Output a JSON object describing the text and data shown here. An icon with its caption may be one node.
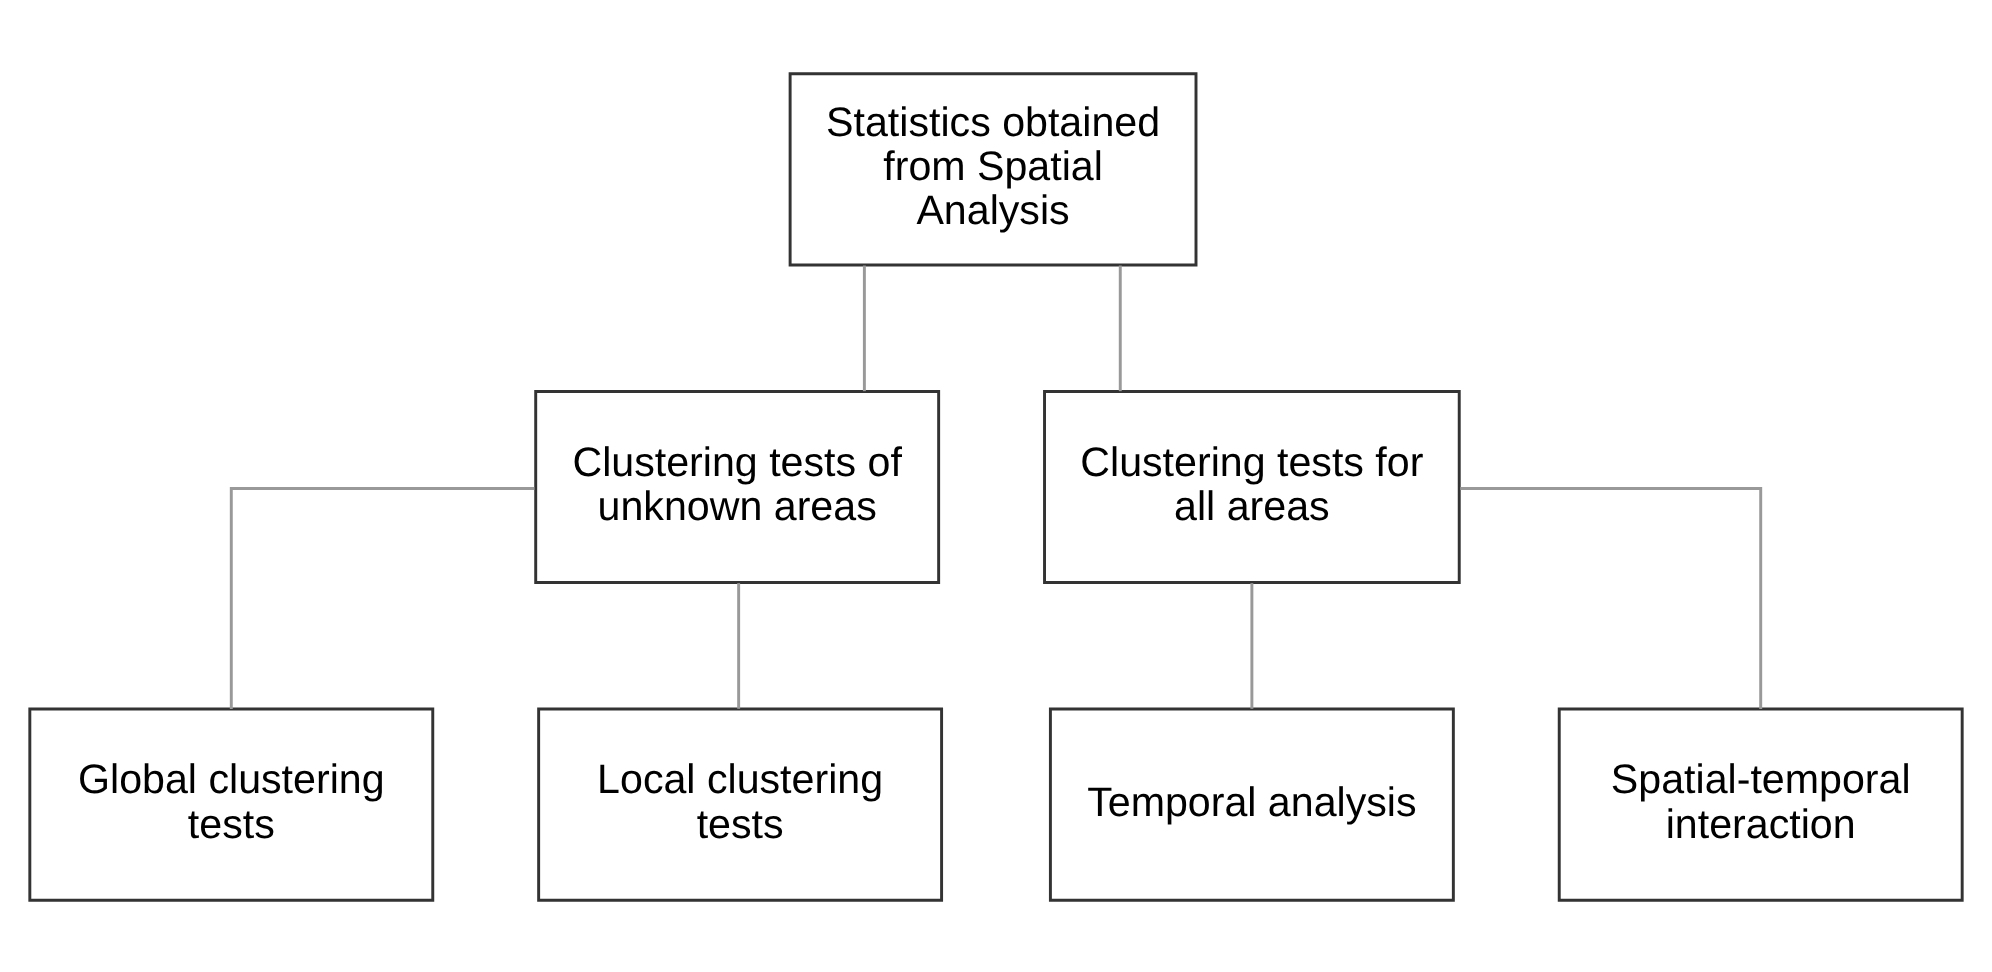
{
  "diagram": {
    "nodes": [
      {
        "text": [
          "Statistics obtained from Spatial Analysis"
        ]
      },
      {
        "text": [
          "Clustering tests of unknown areas"
        ]
      },
      {
        "text": [
          "Clustering tests for all areas"
        ]
      },
      {
        "text": [
          "Global clustering tests"
        ]
      },
      {
        "text": [
          "Local clustering tests"
        ]
      },
      {
        "text": [
          "Temporal analysis"
        ]
      },
      {
        "text": [
          "Spatial-temporal interaction"
        ]
      }
    ],
    "edges": [
      {
        "from": 0,
        "to": 1,
        "arrow": "none"
      },
      {
        "from": 0,
        "to": 2,
        "arrow": "none"
      },
      {
        "from": 1,
        "to": 3,
        "arrow": "none"
      },
      {
        "from": 1,
        "to": 4,
        "arrow": "none"
      },
      {
        "from": 2,
        "to": 5,
        "arrow": "none"
      },
      {
        "from": 2,
        "to": 6,
        "arrow": "none"
      }
    ]
  }
}
